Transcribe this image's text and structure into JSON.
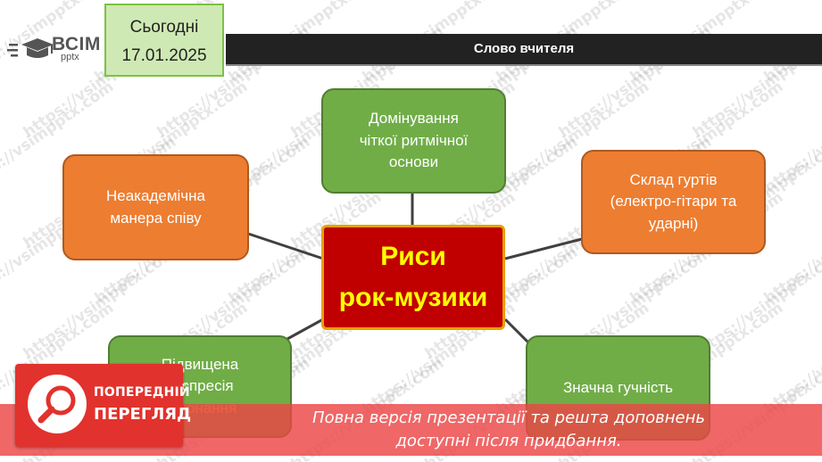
{
  "logo": {
    "brand": "ВСІМ",
    "sub": "pptx"
  },
  "date": {
    "label": "Сьогодні",
    "value": "17.01.2025"
  },
  "header": {
    "title": "Слово вчителя"
  },
  "mindmap": {
    "center": [
      "Риси",
      "рок-музики"
    ],
    "nodes": {
      "top": [
        "Домінування",
        "чіткої ритмічної",
        "основи"
      ],
      "left": [
        "Неакадемічна",
        "манера співу"
      ],
      "right": [
        "Склад гуртів",
        "(електро-гітари та",
        "ударні)"
      ],
      "bottom_left": [
        "Підвищена",
        "експресія",
        "виконання"
      ],
      "bottom_right": [
        "Значна гучність"
      ]
    }
  },
  "watermark": "https://vsimpptx.com",
  "preview": {
    "badge_line1": "ПОПЕРЕДНІЙ",
    "badge_line2": "ПЕРЕГЛЯД",
    "message_line1": "Повна версія презентації та решта доповнень",
    "message_line2": "доступні після придбання."
  },
  "colors": {
    "green": "#70ad47",
    "orange": "#ed7d31",
    "center": "#c00000",
    "center_text": "#ffff00",
    "header": "#222222",
    "banner": "#e84646"
  }
}
